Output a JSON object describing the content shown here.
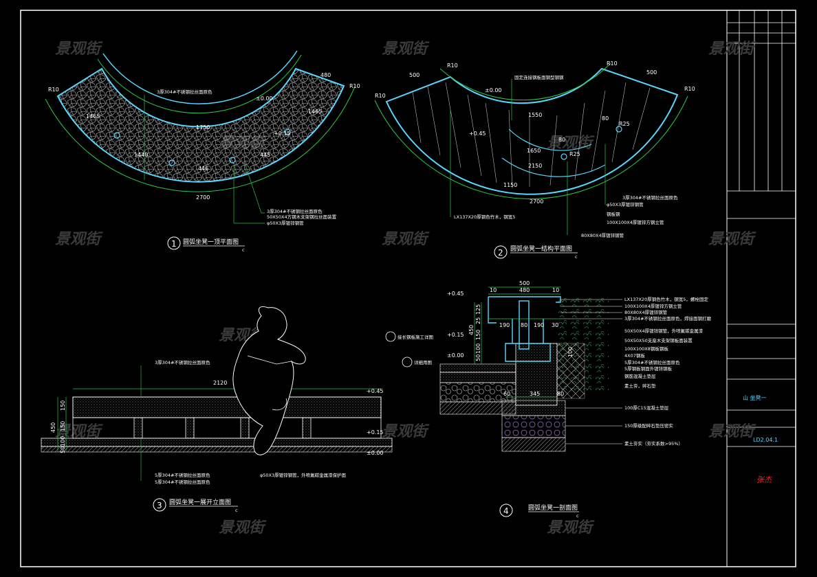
{
  "watermark": "景观街",
  "drawings": [
    {
      "num": "1",
      "title": "圆弧坐凳一顶平面图"
    },
    {
      "num": "2",
      "title": "圆弧坐凳一结构平面图"
    },
    {
      "num": "3",
      "title": "圆弧坐凳一展开立面图"
    },
    {
      "num": "4",
      "title": "圆弧坐凳一剖面图"
    }
  ],
  "scale_mark": "c",
  "plan1": {
    "dims": [
      "R10",
      "R10",
      "480",
      "1750",
      "2700",
      "1465",
      "1465",
      "1440",
      "446",
      "445"
    ],
    "levels": [
      "±0.00",
      "+0.15"
    ],
    "notes": [
      "3厚304#不锈钢拉丝面原色",
      "3厚304#不锈钢拉丝面原色",
      "50X50X4方钢木支架钢拉丝面装置",
      "φ50X3厚镀锌钢管"
    ]
  },
  "plan2": {
    "dims": [
      "500",
      "R10",
      "R10",
      "R10",
      "500",
      "R10",
      "1550",
      "2150",
      "2700",
      "R25",
      "R25",
      "1150",
      "1650",
      "80",
      "80"
    ],
    "levels": [
      "±0.00",
      "+0.45"
    ],
    "notes": [
      "固定连接钢板面钢型钢钢",
      "LX137X20厚钢色竹木，钢宽5",
      "3厚304#不锈钢拉丝面原色",
      "φ50X3厚镀锌钢管",
      "钢板钢",
      "100X100X4厚镀锌方钢立管",
      "80X80X4厚镀锌钢管"
    ]
  },
  "elev3": {
    "dims": [
      "2120",
      "150",
      "450",
      "150",
      "100",
      "50"
    ],
    "levels": [
      "+0.45",
      "+0.15",
      "±0.00"
    ],
    "notes": [
      "3厚304#不锈钢拉丝面原色",
      "5厚304#不锈钢拉丝面原色",
      "5厚304#不锈钢拉丝面原色",
      "φ50X3厚镀锌钢管，外喷氟碳金属漆保护面"
    ]
  },
  "section4": {
    "dims": [
      "500",
      "10",
      "480",
      "10",
      "190",
      "80",
      "190",
      "30",
      "125",
      "25",
      "150",
      "450",
      "100",
      "50",
      "345",
      "60",
      "80",
      "100"
    ],
    "levels": [
      "+0.45",
      "+0.15",
      "±0.00"
    ],
    "callouts": [
      "接长钢板施工详图",
      "详细用图"
    ],
    "notes": [
      "LX137X20厚钢色竹木，钢宽5，螺栓固定",
      "100X100X4厚镀锌方钢立管",
      "80X80X4厚镀锌钢管",
      "3厚304#不锈钢拉丝面原色，焊接面钢打磨",
      "50X50X4厚镀锌钢管，外喷氟碳金属漆",
      "50X50X50支座木支架钢板面装置",
      "100X100X8钢板钢板",
      "4X07钢板",
      "5厚304#不锈钢拉丝面原色",
      "5厚钢板钢面外镀锌钢板",
      "钢筋混凝土垫层",
      "素土夯，碎石垫",
      "100厚C15混凝土垫层",
      "150厚级配碎石垫压密实",
      "素土夯实（夯实系数>95%）"
    ]
  },
  "title_block": {
    "drawing_name": "山 坐凳一",
    "drawing_no": "LD2.04.1",
    "signature": "张杰"
  },
  "colors": {
    "background": "#000000",
    "frame": "#ffffff",
    "cyan": "#5ad7ff",
    "green": "#2cc94a",
    "red": "#ff2020",
    "watermark": "#3a3a3a"
  }
}
